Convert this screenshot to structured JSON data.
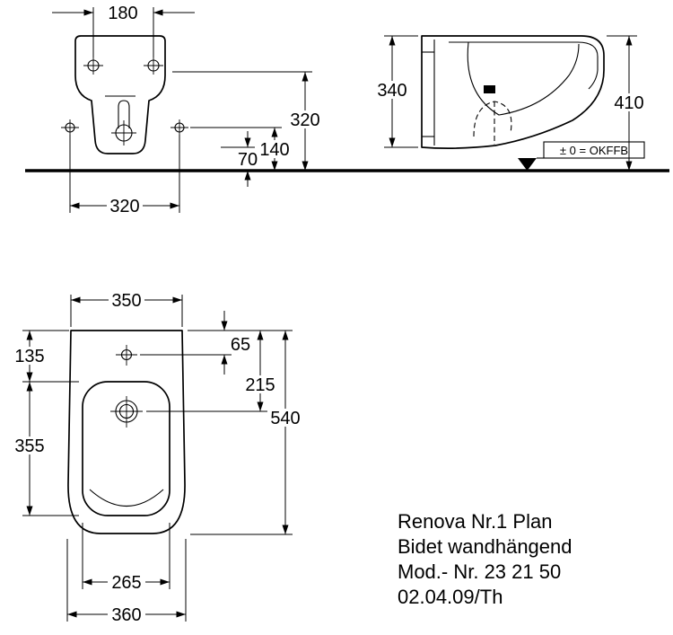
{
  "drawing": {
    "front_view": {
      "dim_hole_spacing_top": "180",
      "dim_height_top": "320",
      "dim_height_mid": "140",
      "dim_height_low": "70",
      "dim_hole_spacing_bottom": "320"
    },
    "side_view": {
      "dim_fixing_height": "340",
      "dim_total_height": "410",
      "datum_label": "± 0 = OKFFB"
    },
    "plan_view": {
      "dim_width_top": "350",
      "dim_edge_to_bowl": "135",
      "dim_bowl_length": "355",
      "dim_tap_hole": "65",
      "dim_drain": "215",
      "dim_depth": "540",
      "dim_bowl_width": "265",
      "dim_width_bottom": "360"
    },
    "title_block": {
      "line1": "Renova Nr.1 Plan",
      "line2": "Bidet wandhängend",
      "line3": "Mod.- Nr. 23 21 50",
      "line4": "02.04.09/Th"
    }
  }
}
